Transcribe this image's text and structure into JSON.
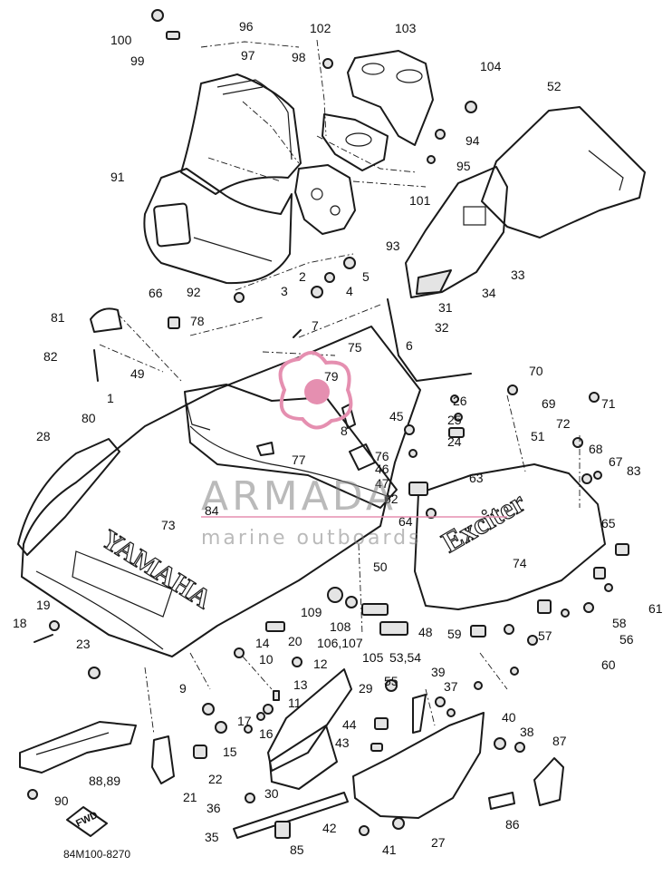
{
  "diagram": {
    "code": "84M100-8270",
    "fwd_arrow": "FWD",
    "brand_hood": "YAMAHA",
    "brand_side": "Exciter",
    "callouts": [
      "100",
      "99",
      "96",
      "97",
      "98",
      "102",
      "103",
      "104",
      "52",
      "91",
      "94",
      "95",
      "101",
      "93",
      "33",
      "34",
      "31",
      "32",
      "92",
      "2",
      "3",
      "4",
      "5",
      "66",
      "81",
      "78",
      "7",
      "75",
      "6",
      "82",
      "49",
      "79",
      "70",
      "69",
      "71",
      "72",
      "68",
      "67",
      "63",
      "51",
      "83",
      "26",
      "25",
      "24",
      "45",
      "46",
      "47",
      "62",
      "1",
      "80",
      "28",
      "8",
      "77",
      "76",
      "84",
      "64",
      "73",
      "65",
      "74",
      "50",
      "61",
      "56",
      "58",
      "60",
      "59",
      "48",
      "57",
      "109",
      "108",
      "106,107",
      "105",
      "53,54",
      "20",
      "14",
      "10",
      "12",
      "19",
      "18",
      "23",
      "13",
      "11",
      "9",
      "16",
      "17",
      "15",
      "55",
      "39",
      "37",
      "29",
      "44",
      "43",
      "40",
      "38",
      "87",
      "22",
      "21",
      "30",
      "36",
      "88,89",
      "90",
      "42",
      "41",
      "27",
      "86",
      "35",
      "85"
    ]
  },
  "watermark": {
    "title": "ARMADA",
    "subtitle": "marine outboards"
  }
}
